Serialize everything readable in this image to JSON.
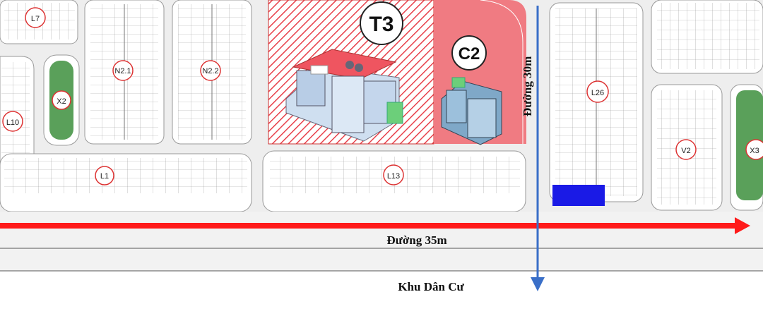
{
  "blocks": {
    "l7": "L7",
    "n21": "N2.1",
    "n22": "N2.2",
    "t3": "T3",
    "c2": "C2",
    "x2": "X2",
    "l10": "L10",
    "l1": "L1",
    "l13": "L13",
    "l26": "L26",
    "v2": "V2",
    "x3": "X3"
  },
  "roads": {
    "road_30m": "Đường 30m",
    "road_35m": "Đường 35m"
  },
  "area": {
    "residential": "Khu Dân Cư"
  },
  "colors": {
    "school_zone": "#e8404a",
    "green_park": "#5aa05a",
    "arrow_red": "#ff1a1a",
    "arrow_blue": "#3a6fc8",
    "marker_blue": "#1a1ae6"
  }
}
